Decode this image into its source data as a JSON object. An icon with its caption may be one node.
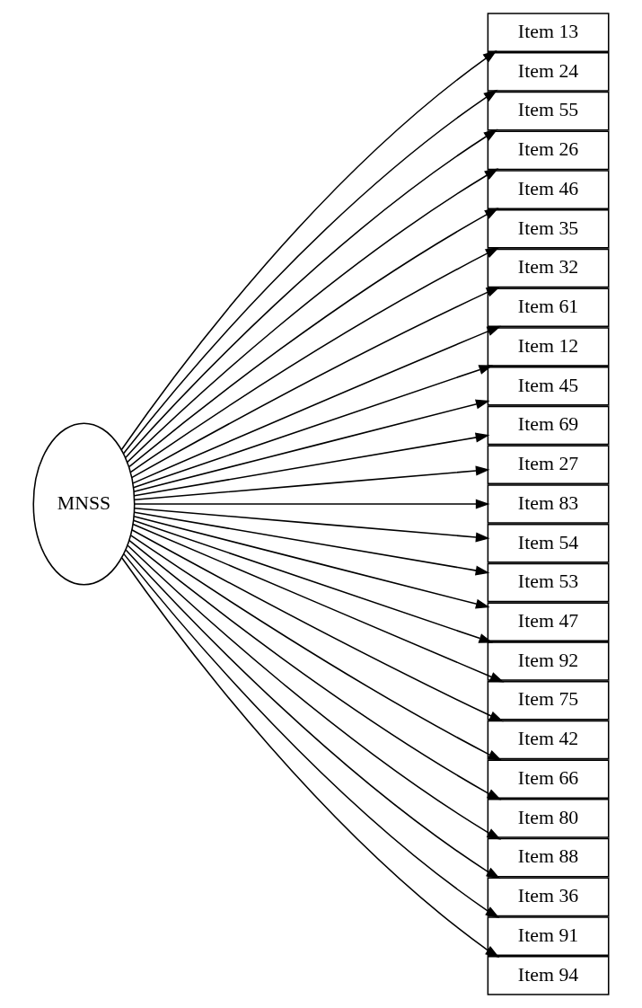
{
  "diagram": {
    "nodes": [
      {
        "text": [
          "MNSS"
        ]
      },
      {
        "text": [
          "Item 13"
        ]
      },
      {
        "text": [
          "Item 24"
        ]
      },
      {
        "text": [
          "Item 55"
        ]
      },
      {
        "text": [
          "Item 26"
        ]
      },
      {
        "text": [
          "Item 46"
        ]
      },
      {
        "text": [
          "Item 35"
        ]
      },
      {
        "text": [
          "Item 32"
        ]
      },
      {
        "text": [
          "Item 61"
        ]
      },
      {
        "text": [
          "Item 12"
        ]
      },
      {
        "text": [
          "Item 45"
        ]
      },
      {
        "text": [
          "Item 69"
        ]
      },
      {
        "text": [
          "Item 27"
        ]
      },
      {
        "text": [
          "Item 83"
        ]
      },
      {
        "text": [
          "Item 54"
        ]
      },
      {
        "text": [
          "Item 53"
        ]
      },
      {
        "text": [
          "Item 47"
        ]
      },
      {
        "text": [
          "Item 92"
        ]
      },
      {
        "text": [
          "Item 75"
        ]
      },
      {
        "text": [
          "Item 42"
        ]
      },
      {
        "text": [
          "Item 66"
        ]
      },
      {
        "text": [
          "Item 80"
        ]
      },
      {
        "text": [
          "Item 88"
        ]
      },
      {
        "text": [
          "Item 36"
        ]
      },
      {
        "text": [
          "Item 91"
        ]
      },
      {
        "text": [
          "Item 94"
        ]
      }
    ],
    "edges": [
      {
        "from": 0,
        "to": 1,
        "arrow": "to"
      },
      {
        "from": 0,
        "to": 2,
        "arrow": "to"
      },
      {
        "from": 0,
        "to": 3,
        "arrow": "to"
      },
      {
        "from": 0,
        "to": 4,
        "arrow": "to"
      },
      {
        "from": 0,
        "to": 5,
        "arrow": "to"
      },
      {
        "from": 0,
        "to": 6,
        "arrow": "to"
      },
      {
        "from": 0,
        "to": 7,
        "arrow": "to"
      },
      {
        "from": 0,
        "to": 8,
        "arrow": "to"
      },
      {
        "from": 0,
        "to": 9,
        "arrow": "to"
      },
      {
        "from": 0,
        "to": 10,
        "arrow": "to"
      },
      {
        "from": 0,
        "to": 11,
        "arrow": "to"
      },
      {
        "from": 0,
        "to": 12,
        "arrow": "to"
      },
      {
        "from": 0,
        "to": 13,
        "arrow": "to"
      },
      {
        "from": 0,
        "to": 14,
        "arrow": "to"
      },
      {
        "from": 0,
        "to": 15,
        "arrow": "to"
      },
      {
        "from": 0,
        "to": 16,
        "arrow": "to"
      },
      {
        "from": 0,
        "to": 17,
        "arrow": "to"
      },
      {
        "from": 0,
        "to": 18,
        "arrow": "to"
      },
      {
        "from": 0,
        "to": 19,
        "arrow": "to"
      },
      {
        "from": 0,
        "to": 20,
        "arrow": "to"
      },
      {
        "from": 0,
        "to": 21,
        "arrow": "to"
      },
      {
        "from": 0,
        "to": 22,
        "arrow": "to"
      },
      {
        "from": 0,
        "to": 23,
        "arrow": "to"
      },
      {
        "from": 0,
        "to": 24,
        "arrow": "to"
      },
      {
        "from": 0,
        "to": 25,
        "arrow": "to"
      }
    ]
  }
}
